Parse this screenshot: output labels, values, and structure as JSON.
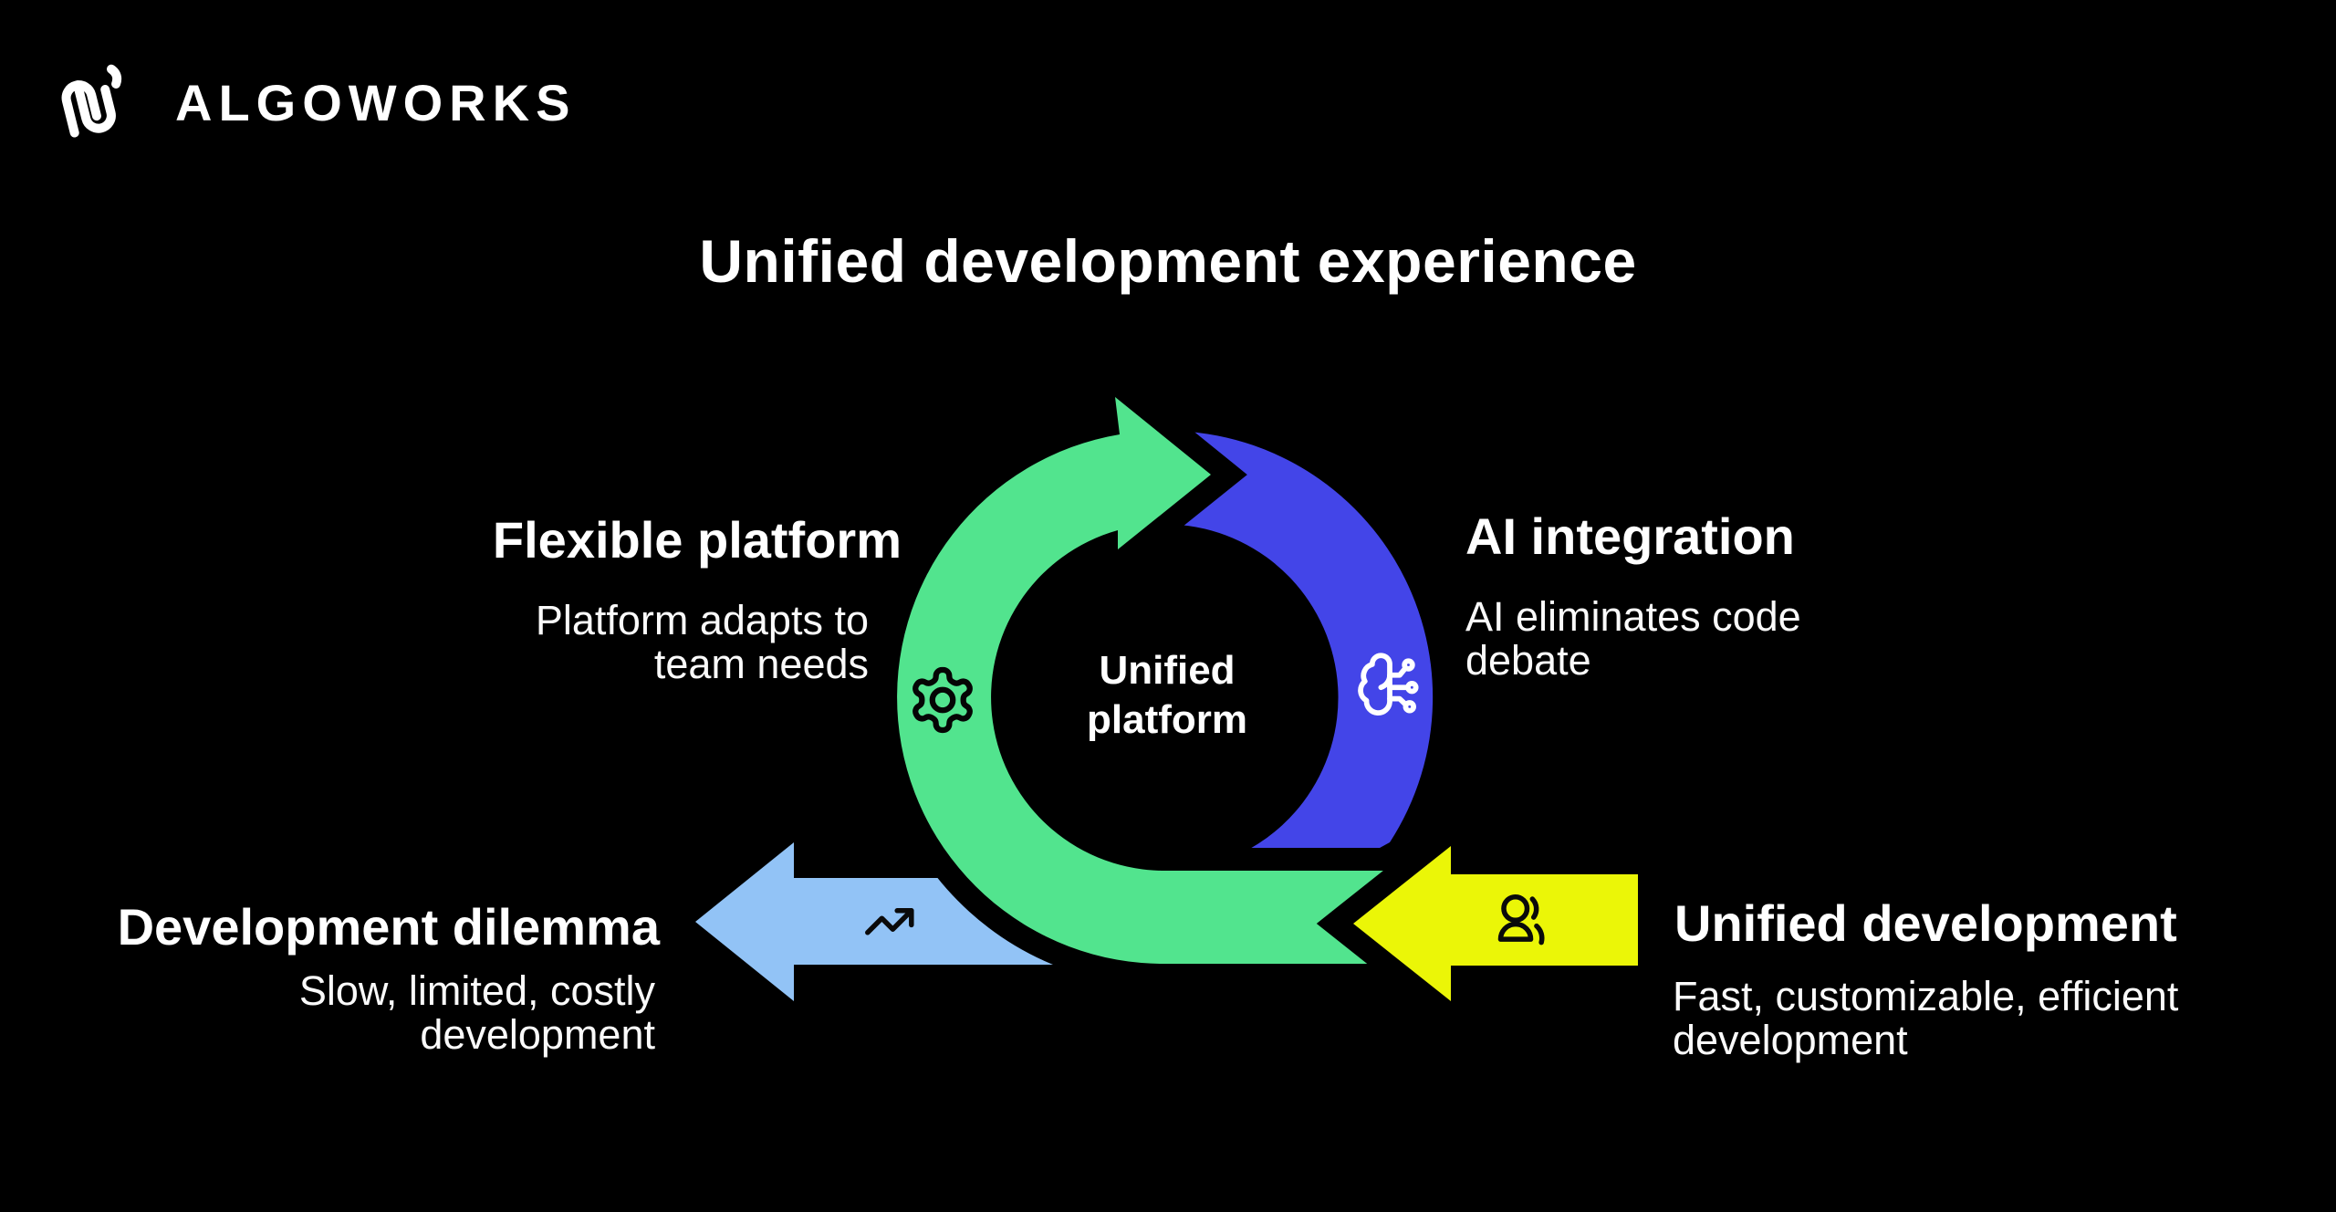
{
  "brand": "ALGOWORKS",
  "title": "Unified development experience",
  "diagram": {
    "center_label": "Unified\nplatform",
    "nodes": {
      "flexible": {
        "heading": "Flexible platform",
        "body": "Platform adapts to\nteam needs",
        "icon": "gear-icon"
      },
      "ai": {
        "heading": "AI integration",
        "body": "AI eliminates code\ndebate",
        "icon": "brain-circuit-icon"
      },
      "dilemma": {
        "heading": "Development dilemma",
        "body": "Slow, limited, costly\ndevelopment",
        "icon": "trending-up-icon"
      },
      "unified": {
        "heading": "Unified development",
        "body": "Fast, customizable, efficient\ndevelopment",
        "icon": "user-icon"
      }
    }
  },
  "icons": {
    "logo": "paperclip-loop-icon",
    "gear": "gear-icon",
    "brain": "brain-circuit-icon",
    "trending_up": "trending-up-icon",
    "user": "user-icon"
  },
  "colors": {
    "background": "#000000",
    "green": "#52E48E",
    "blue": "#4345E8",
    "light_blue": "#92C3F6",
    "yellow": "#EBF607",
    "text": "#FFFFFF"
  }
}
